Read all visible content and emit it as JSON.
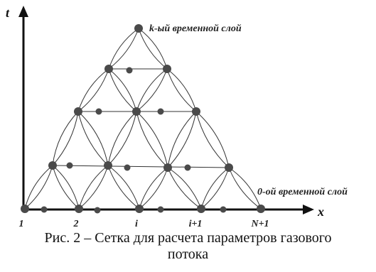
{
  "axes": {
    "vertical_label": "t",
    "horizontal_label": "x"
  },
  "layer_labels": {
    "top": "k-ый временной слой",
    "bottom": "0-ой временной слой"
  },
  "x_tick_labels": [
    "1",
    "2",
    "i",
    "i+1",
    "N+1"
  ],
  "caption": {
    "line1": "Рис. 2 – Сетка для расчета параметров газового",
    "line2": "потока"
  },
  "colors": {
    "node": "#4a4a4a",
    "line": "#333333"
  }
}
